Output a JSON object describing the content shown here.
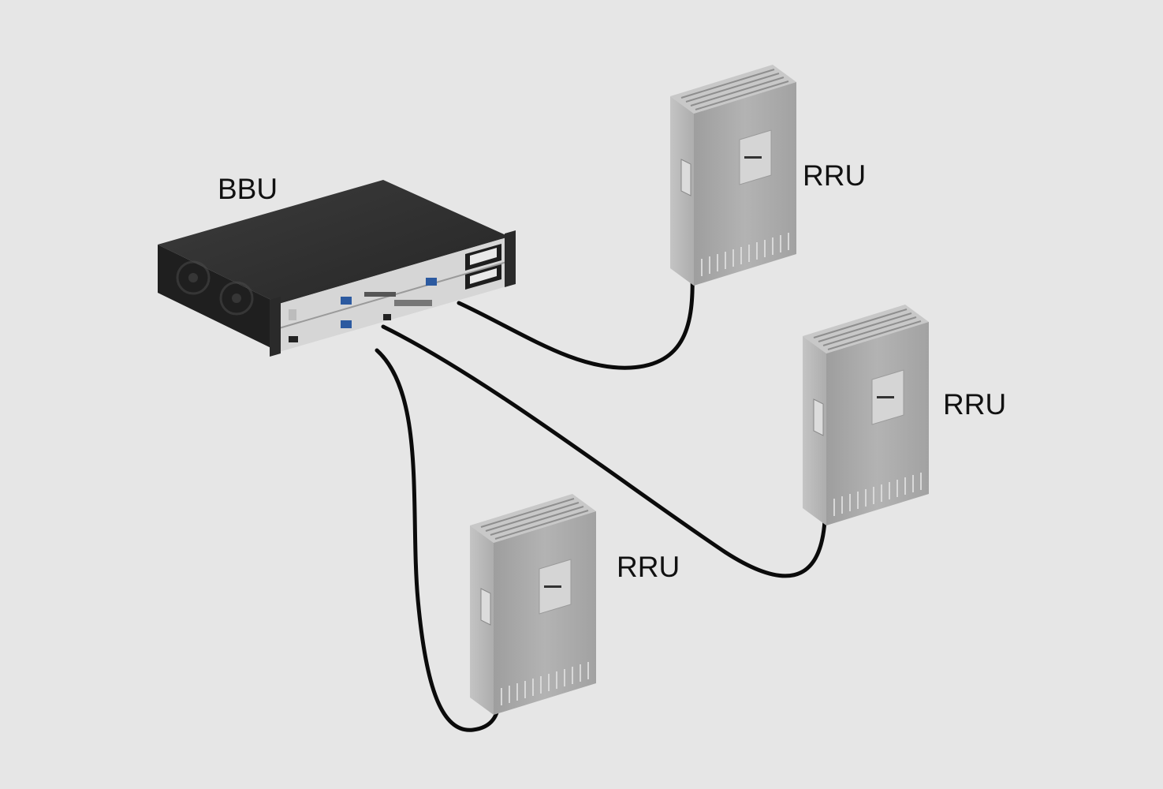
{
  "labels": {
    "bbu": "BBU",
    "rru_top": "RRU",
    "rru_right": "RRU",
    "rru_bottom": "RRU"
  },
  "colors": {
    "background": "#e6e6e6",
    "cable": "#0b0b0b",
    "bbu_body": "#2b2b2b",
    "bbu_top": "#3a3a3a",
    "bbu_front": "#d9d9d9",
    "rru_body": "#a9a9a9",
    "rru_side": "#bcbcbc",
    "rru_top": "#c8c8c8",
    "label_text": "#111111"
  },
  "nodes": [
    {
      "id": "bbu",
      "type": "BBU"
    },
    {
      "id": "rru_top",
      "type": "RRU"
    },
    {
      "id": "rru_right",
      "type": "RRU"
    },
    {
      "id": "rru_bottom",
      "type": "RRU"
    }
  ],
  "edges": [
    {
      "from": "bbu",
      "to": "rru_top"
    },
    {
      "from": "bbu",
      "to": "rru_right"
    },
    {
      "from": "bbu",
      "to": "rru_bottom"
    }
  ]
}
